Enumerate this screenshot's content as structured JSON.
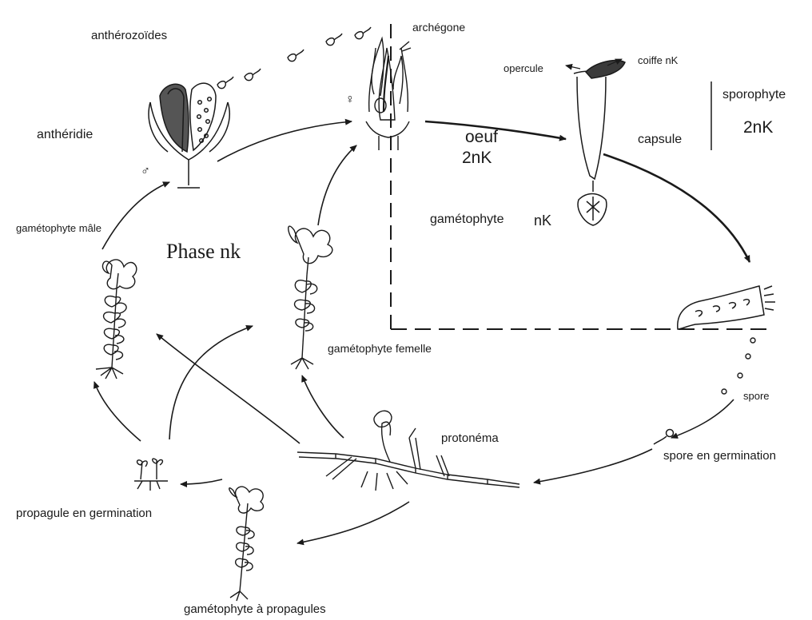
{
  "labels": {
    "antherozoides": "anthérozoïdes",
    "archegone": "archégone",
    "opercule": "opercule",
    "coiffe": "coiffe nK",
    "sporophyte": "sporophyte",
    "sporophyte_ploidy": "2nK",
    "antheridie": "anthéridie",
    "oeuf": "oeuf",
    "oeuf_ploidy": "2nK",
    "capsule": "capsule",
    "gametophyte": "gamétophyte",
    "gametophyte_ploidy": "nK",
    "gametophyte_male": "gamétophyte mâle",
    "phase": "Phase nk",
    "gametophyte_femelle": "gamétophyte femelle",
    "spore": "spore",
    "protonema": "protonéma",
    "spore_germination": "spore en germination",
    "propagule_germination": "propagule en germination",
    "gametophyte_propagules": "gamétophyte à propagules",
    "male_symbol": "♂",
    "female_symbol": "♀"
  }
}
